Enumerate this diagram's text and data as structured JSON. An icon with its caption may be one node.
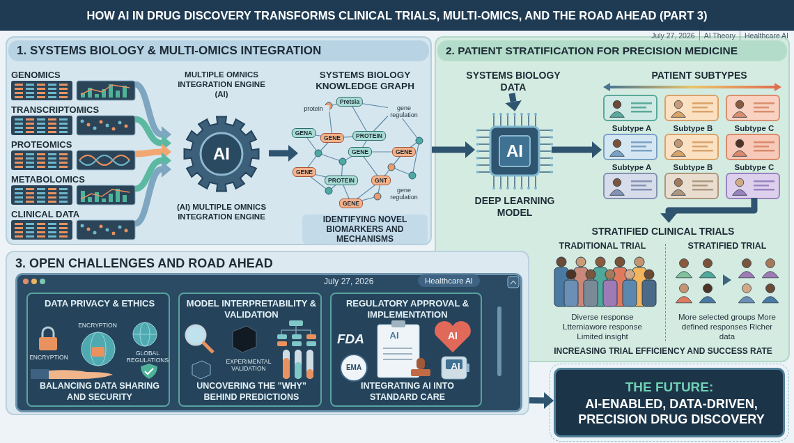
{
  "diagram": {
    "title": "HOW AI IN DRUG DISCOVERY TRANSFORMS CLINICAL TRIALS, MULTI-OMICS, AND THE ROAD AHEAD (PART 3)",
    "nodes": [
      {
        "text": [
          "1. SYSTEMS BIOLOGY & MULTI-OMICS INTEGRATION"
        ]
      },
      {
        "text": [
          "GENOMICS"
        ],
        "in": 0
      },
      {
        "text": [
          "TRANSCRIPTOMICS"
        ],
        "in": 0
      },
      {
        "text": [
          "PROTEOMICS"
        ],
        "in": 0
      },
      {
        "text": [
          "METABOLOMICS"
        ],
        "in": 0
      },
      {
        "text": [
          "CLINICAL DATA"
        ],
        "in": 0
      },
      {
        "text": [
          "MULTIPLE OMNICS INTEGRATION ENGINE (AI)",
          "AI",
          "(AI) MULTIPLE OMNICS INTEGRATION ENGINE"
        ],
        "in": 0
      },
      {
        "text": [
          "SYSTEMS BIOLOGY KNOWLEDGE GRAPH"
        ],
        "in": 0
      },
      {
        "text": [
          "IDENTIFYING NOVEL BIOMARKERS AND MECHANISMS"
        ],
        "in": 0
      },
      {
        "text": [
          "2. PATIENT STRATIFICATION FOR PRECISION MEDICINE"
        ]
      },
      {
        "text": [
          "SYSTEMS BIOLOGY DATA"
        ],
        "in": 9
      },
      {
        "text": [
          "AI"
        ],
        "in": 9,
        "beside": [
          "DEEP LEARNING MODEL"
        ]
      },
      {
        "text": [
          "PATIENT SUBTYPES"
        ],
        "in": 9
      },
      {
        "text": [],
        "shape": "box",
        "in": 9,
        "beside": [
          "Subtype A"
        ]
      },
      {
        "text": [],
        "shape": "box",
        "in": 9,
        "beside": [
          "Subtype B"
        ]
      },
      {
        "text": [],
        "shape": "box",
        "in": 9,
        "beside": [
          "Subtype C"
        ]
      },
      {
        "text": [],
        "shape": "box",
        "in": 9,
        "beside": [
          "Subtype A"
        ]
      },
      {
        "text": [],
        "shape": "box",
        "in": 9,
        "beside": [
          "Subtype B"
        ]
      },
      {
        "text": [],
        "shape": "box",
        "in": 9,
        "beside": [
          "Subtype C"
        ]
      },
      {
        "text": [],
        "shape": "box",
        "in": 9
      },
      {
        "text": [],
        "shape": "box",
        "in": 9
      },
      {
        "text": [],
        "shape": "box",
        "in": 9
      },
      {
        "text": [
          "STRATIFIED CLINICAL TRIALS",
          "INCREASING TRIAL EFFICIENCY AND SUCCESS RATE"
        ],
        "in": 9
      },
      {
        "text": [
          "TRADITIONAL TRIAL",
          "Diverse response Ltterniawore response Limited insight"
        ],
        "in": 22
      },
      {
        "text": [
          "STRATIFIED TRIAL",
          "More selected groups More defined responses Richer data"
        ],
        "in": 22
      },
      {
        "text": [
          "3. OPEN CHALLENGES AND ROAD AHEAD"
        ]
      },
      {
        "text": [
          "DATA PRIVACY & ETHICS",
          "BALANCING DATA SHARING AND SECURITY"
        ],
        "in": 25
      },
      {
        "text": [
          "MODEL INTERPRETABILITY & VALIDATION",
          "UNCOVERING THE \"WHY\" BEHIND PREDICTIONS"
        ],
        "in": 25
      },
      {
        "text": [
          "REGULATORY APPROVAL & IMPLEMENTATION",
          "INTEGRATING AI INTO STANDARD CARE"
        ],
        "in": 25
      },
      {
        "text": [
          "THE FUTURE:",
          "AI-ENABLED, DATA-DRIVEN, PRECISION DRUG DISCOVERY"
        ]
      }
    ],
    "edges": [
      {
        "from": 1,
        "to": 6,
        "arrow": "to",
        "color": "#7ea6c0"
      },
      {
        "from": 2,
        "to": 6,
        "arrow": "to",
        "color": "#5bb9a2"
      },
      {
        "from": 3,
        "to": 6,
        "arrow": "to",
        "color": "#f2a672"
      },
      {
        "from": 4,
        "to": 6,
        "arrow": "to",
        "color": "#5bb9a2"
      },
      {
        "from": 5,
        "to": 6,
        "arrow": "to",
        "color": "#7ea6c0"
      },
      {
        "from": 6,
        "to": 7,
        "arrow": "to"
      },
      {
        "from": 0,
        "to": 11,
        "arrow": "to"
      },
      {
        "from": 10,
        "to": 11,
        "arrow": "to"
      },
      {
        "from": 11,
        "to": 16,
        "arrow": "to"
      },
      {
        "from": 21,
        "to": 22,
        "arrow": "to"
      },
      {
        "from": 25,
        "to": 29,
        "arrow": "to"
      }
    ],
    "labels": [
      "July 27, 2026",
      "AI Theory",
      "Healthcare AI",
      "Pretsia",
      "protein",
      "gene regulation",
      "GENA",
      "GENE",
      "PROTEIN",
      "GENE",
      "GENE",
      "GENE",
      "PROTEIN",
      "GNT",
      "gene regulation",
      "GENE",
      "July 27, 2026",
      "Healthcare AI",
      "ENCRYPTION",
      "ENCRYPTION",
      "GLOBAL REGULATIONS",
      "EXPERIMENTAL VALIDATION",
      "FDA",
      "AI",
      "AI",
      "EMA",
      "AI"
    ]
  }
}
